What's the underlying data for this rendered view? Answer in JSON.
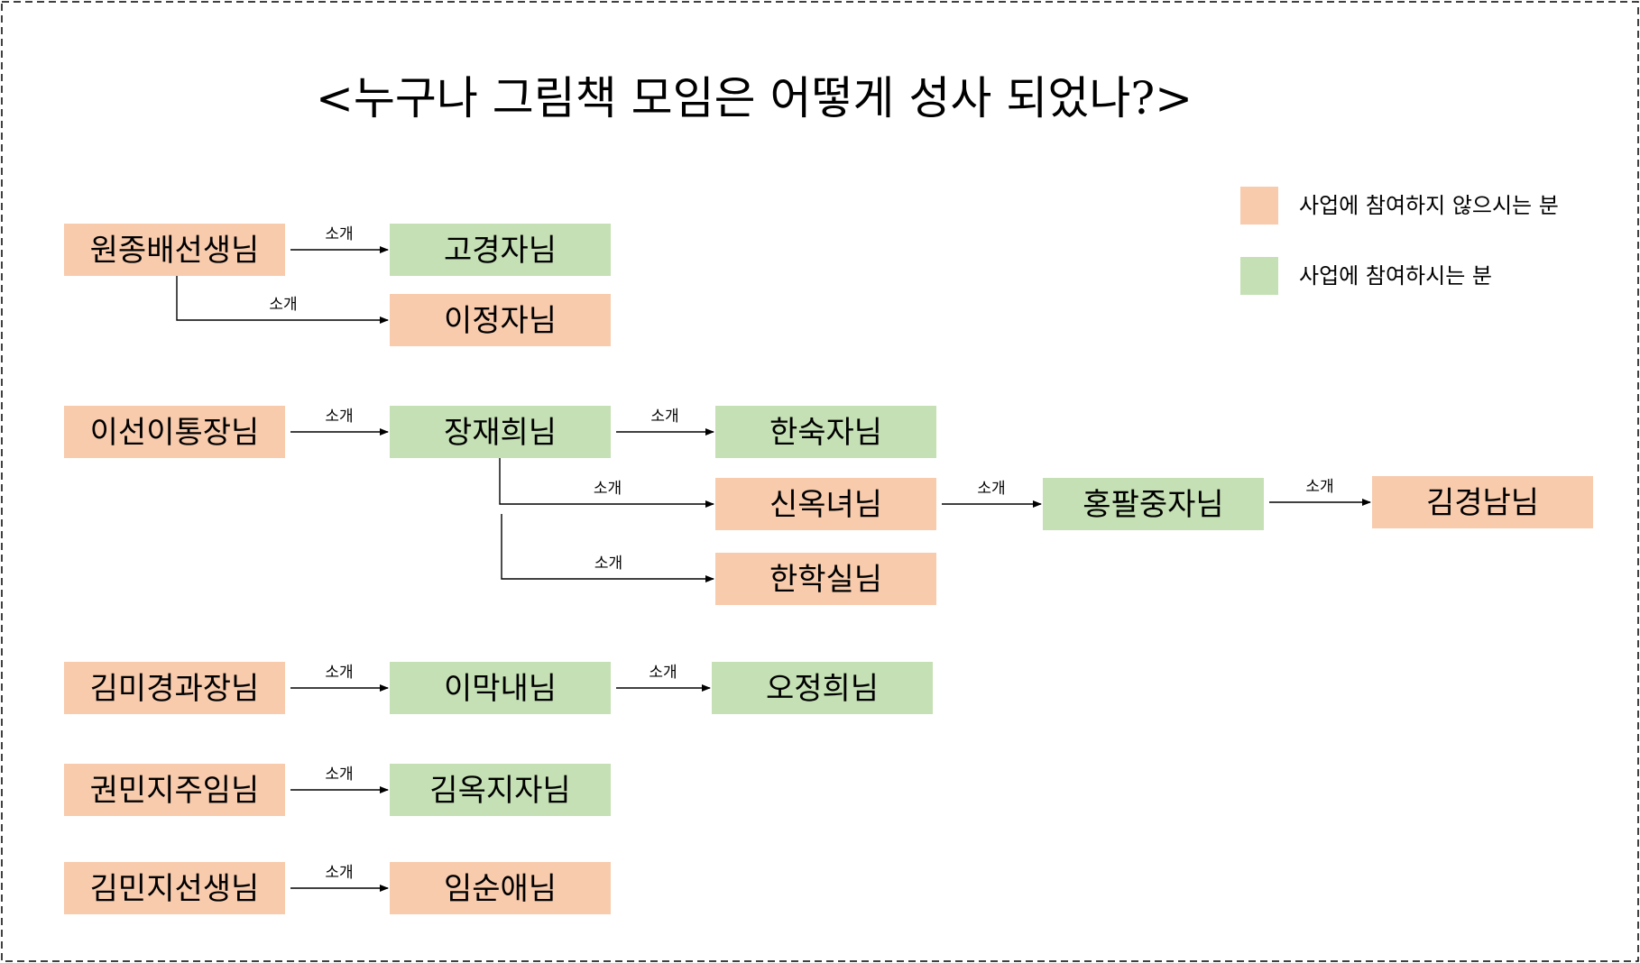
{
  "title": "<누구나 그림책 모임은 어떻게 성사 되었나?>",
  "colors": {
    "not_participating": "#f8cbad",
    "participating": "#c5e0b4",
    "line": "#000000",
    "border": "#000000"
  },
  "legend": [
    {
      "key": "not_participating",
      "label": "사업에 참여하지 않으시는 분"
    },
    {
      "key": "participating",
      "label": "사업에 참여하시는 분"
    }
  ],
  "nodes": [
    {
      "id": "n1",
      "name": "원종배선생님",
      "status": "not_participating"
    },
    {
      "id": "n2",
      "name": "고경자님",
      "status": "participating"
    },
    {
      "id": "n3",
      "name": "이정자님",
      "status": "not_participating"
    },
    {
      "id": "n4",
      "name": "이선이통장님",
      "status": "not_participating"
    },
    {
      "id": "n5",
      "name": "장재희님",
      "status": "participating"
    },
    {
      "id": "n6",
      "name": "한숙자님",
      "status": "participating"
    },
    {
      "id": "n7",
      "name": "신옥녀님",
      "status": "not_participating"
    },
    {
      "id": "n8",
      "name": "한학실님",
      "status": "not_participating"
    },
    {
      "id": "n9",
      "name": "홍팔중자님",
      "status": "participating"
    },
    {
      "id": "n10",
      "name": "김경남님",
      "status": "not_participating"
    },
    {
      "id": "n11",
      "name": "김미경과장님",
      "status": "not_participating"
    },
    {
      "id": "n12",
      "name": "이막내님",
      "status": "participating"
    },
    {
      "id": "n13",
      "name": "오정희님",
      "status": "participating"
    },
    {
      "id": "n14",
      "name": "권민지주임님",
      "status": "not_participating"
    },
    {
      "id": "n15",
      "name": "김옥지자님",
      "status": "participating"
    },
    {
      "id": "n16",
      "name": "김민지선생님",
      "status": "not_participating"
    },
    {
      "id": "n17",
      "name": "임순애님",
      "status": "not_participating"
    }
  ],
  "edges": [
    {
      "from": "n1",
      "to": "n2",
      "label": "소개"
    },
    {
      "from": "n1",
      "to": "n3",
      "label": "소개"
    },
    {
      "from": "n4",
      "to": "n5",
      "label": "소개"
    },
    {
      "from": "n5",
      "to": "n6",
      "label": "소개"
    },
    {
      "from": "n5",
      "to": "n7",
      "label": "소개"
    },
    {
      "from": "n5",
      "to": "n8",
      "label": "소개"
    },
    {
      "from": "n7",
      "to": "n9",
      "label": "소개"
    },
    {
      "from": "n9",
      "to": "n10",
      "label": "소개"
    },
    {
      "from": "n11",
      "to": "n12",
      "label": "소개"
    },
    {
      "from": "n12",
      "to": "n13",
      "label": "소개"
    },
    {
      "from": "n14",
      "to": "n15",
      "label": "소개"
    },
    {
      "from": "n16",
      "to": "n17",
      "label": "소개"
    }
  ]
}
